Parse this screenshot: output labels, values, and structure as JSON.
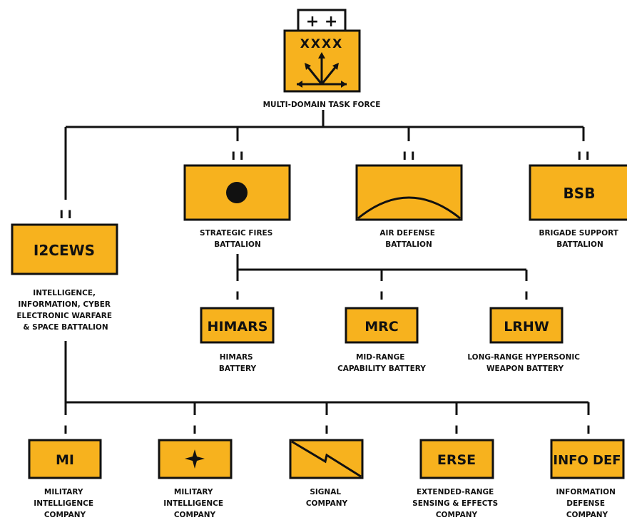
{
  "colors": {
    "unit_fill": "#F7B21E",
    "line": "#111111",
    "background": "#FFFFFF"
  },
  "hq": {
    "echelon": "XXXX",
    "hq_marker": "+ +",
    "symbol": "multi-domain-arrows-icon",
    "caption": "MULTI-DOMAIN TASK FORCE"
  },
  "level2": {
    "i2cews": {
      "echelon": "I I",
      "abbr": "I2CEWS",
      "caption": [
        "INTELLIGENCE,",
        "INFORMATION, CYBER",
        "ELECTRONIC WARFARE",
        "& SPACE BATTALION"
      ]
    },
    "fires": {
      "echelon": "I I",
      "symbol": "filled-circle-icon",
      "caption": [
        "STRATEGIC FIRES",
        "BATTALION"
      ]
    },
    "air_defense": {
      "echelon": "I I",
      "symbol": "air-defense-arc-icon",
      "caption": [
        "AIR DEFENSE",
        "BATTALION"
      ]
    },
    "bsb": {
      "echelon": "I I",
      "abbr": "BSB",
      "caption": [
        "BRIGADE SUPPORT",
        "BATTALION"
      ]
    }
  },
  "fires_batteries": [
    {
      "abbr": "HIMARS",
      "caption": [
        "HIMARS",
        "BATTERY"
      ]
    },
    {
      "abbr": "MRC",
      "caption": [
        "MID-RANGE",
        "CAPABILITY BATTERY"
      ]
    },
    {
      "abbr": "LRHW",
      "caption": [
        "LONG-RANGE HYPERSONIC",
        "WEAPON BATTERY"
      ]
    }
  ],
  "companies": [
    {
      "abbr": "MI",
      "symbol": "",
      "caption": [
        "MILITARY",
        "INTELLIGENCE",
        "COMPANY"
      ]
    },
    {
      "abbr": "",
      "symbol": "star-burst-icon",
      "caption": [
        "MILITARY",
        "INTELLIGENCE",
        "COMPANY"
      ]
    },
    {
      "abbr": "",
      "symbol": "signal-lightning-icon",
      "caption": [
        "SIGNAL",
        "COMPANY"
      ]
    },
    {
      "abbr": "ERSE",
      "symbol": "",
      "caption": [
        "EXTENDED-RANGE",
        "SENSING & EFFECTS",
        "COMPANY"
      ]
    },
    {
      "abbr": "INFO DEF",
      "symbol": "",
      "caption": [
        "INFORMATION",
        "DEFENSE",
        "COMPANY"
      ]
    }
  ]
}
